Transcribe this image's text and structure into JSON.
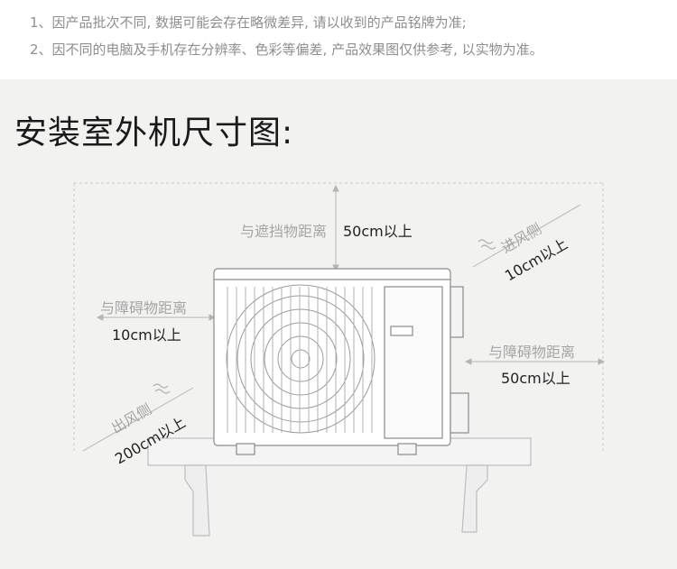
{
  "notes": {
    "line1": "1、因产品批次不同, 数据可能会存在略微差异, 请以收到的产品铭牌为准;",
    "line2": "2、因不同的电脑及手机存在分辨率、色彩等偏差, 产品效果图仅供参考, 以实物为准。"
  },
  "title": "安装室外机尺寸图:",
  "labels": {
    "top_obstacle": "与遮挡物距离",
    "top_distance": "50cm以上",
    "left_obstacle": "与障碍物距离",
    "left_distance": "10cm以上",
    "right_obstacle": "与障碍物距离",
    "right_distance": "50cm以上",
    "intake_side": "进风侧",
    "intake_distance": "10cm以上",
    "outlet_side": "出风侧",
    "outlet_distance": "200cm以上"
  },
  "colors": {
    "background": "#f2f2f0",
    "notes_bg": "#ffffff",
    "line": "#b0b0b0",
    "text_dark": "#222222",
    "text_grey": "#a5a5a5"
  }
}
